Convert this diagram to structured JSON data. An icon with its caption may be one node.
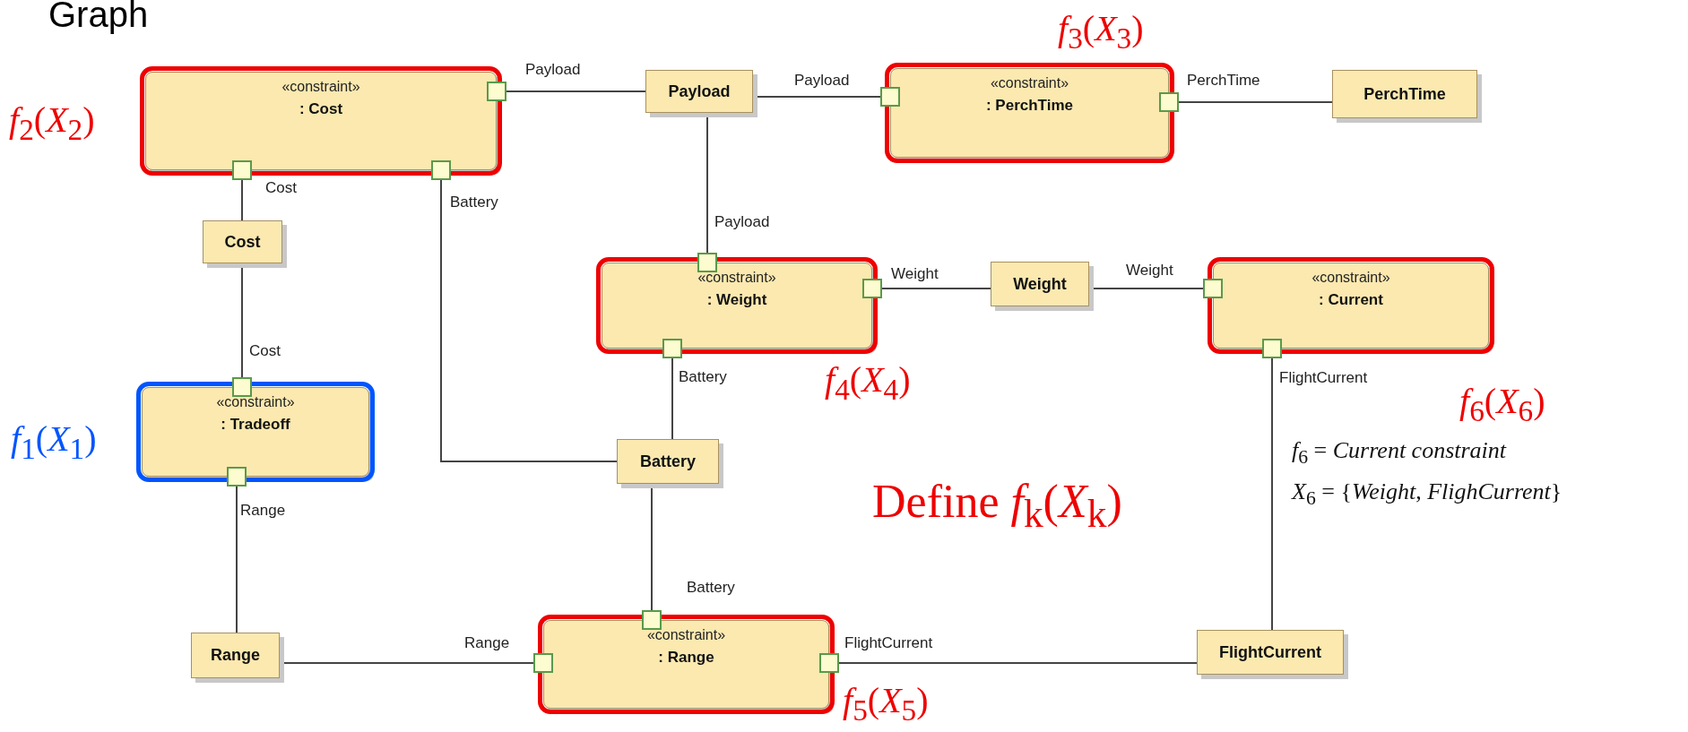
{
  "diagram": {
    "title": "Graph",
    "nodes": [
      {
        "text": [
          "«constraint»",
          ": Cost"
        ],
        "beside": [
          "*f*$_{2}$(*X*$_{2}$)"
        ]
      },
      {
        "text": [
          "Payload"
        ]
      },
      {
        "text": [
          "«constraint»",
          ": PerchTime"
        ],
        "beside": [
          "*f*$_{3}$(*X*$_{3}$)"
        ]
      },
      {
        "text": [
          "PerchTime"
        ]
      },
      {
        "text": [
          "Cost"
        ]
      },
      {
        "text": [
          "«constraint»",
          ": Weight"
        ],
        "beside": [
          "*f*$_{4}$(*X*$_{4}$)"
        ]
      },
      {
        "text": [
          "Weight"
        ]
      },
      {
        "text": [
          "«constraint»",
          ": Current"
        ],
        "beside": [
          "*f*$_{6}$(*X*$_{6}$)"
        ]
      },
      {
        "text": [
          "«constraint»",
          ": Tradeoff"
        ],
        "beside": [
          "*f*$_{1}$(*X*$_{1}$)"
        ]
      },
      {
        "text": [
          "Battery"
        ]
      },
      {
        "text": [
          "Range"
        ]
      },
      {
        "text": [
          "«constraint»",
          ": Range"
        ],
        "beside": [
          "*f*$_{5}$(*X*$_{5}$)"
        ]
      },
      {
        "text": [
          "FlightCurrent"
        ]
      }
    ],
    "edges": [
      {
        "from": 0,
        "to": 1,
        "arrow": "none",
        "label": "Payload"
      },
      {
        "from": 1,
        "to": 2,
        "arrow": "none",
        "label": "Payload"
      },
      {
        "from": 2,
        "to": 3,
        "arrow": "none",
        "label": "PerchTime"
      },
      {
        "from": 0,
        "to": 4,
        "arrow": "none",
        "label": "Cost"
      },
      {
        "from": 4,
        "to": 8,
        "arrow": "none",
        "label": "Cost"
      },
      {
        "from": 0,
        "to": 9,
        "arrow": "none",
        "label": "Battery"
      },
      {
        "from": 1,
        "to": 5,
        "arrow": "none",
        "label": "Payload"
      },
      {
        "from": 5,
        "to": 6,
        "arrow": "none",
        "label": "Weight"
      },
      {
        "from": 6,
        "to": 7,
        "arrow": "none",
        "label": "Weight"
      },
      {
        "from": 5,
        "to": 9,
        "arrow": "none",
        "label": "Battery"
      },
      {
        "from": 8,
        "to": 10,
        "arrow": "none",
        "label": "Range"
      },
      {
        "from": 9,
        "to": 11,
        "arrow": "none",
        "label": "Battery"
      },
      {
        "from": 10,
        "to": 11,
        "arrow": "none",
        "label": "Range"
      },
      {
        "from": 11,
        "to": 12,
        "arrow": "none",
        "label": "FlightCurrent"
      },
      {
        "from": 7,
        "to": 12,
        "arrow": "none",
        "label": "FlightCurrent"
      }
    ],
    "labels": [
      "Define *f*$_{k}$(*X*$_{k}$)",
      "*f*$_{6}$ = *Current constraint*",
      "*X*$_{6}$ = {*Weight*, *FlighCurrent*}"
    ]
  }
}
